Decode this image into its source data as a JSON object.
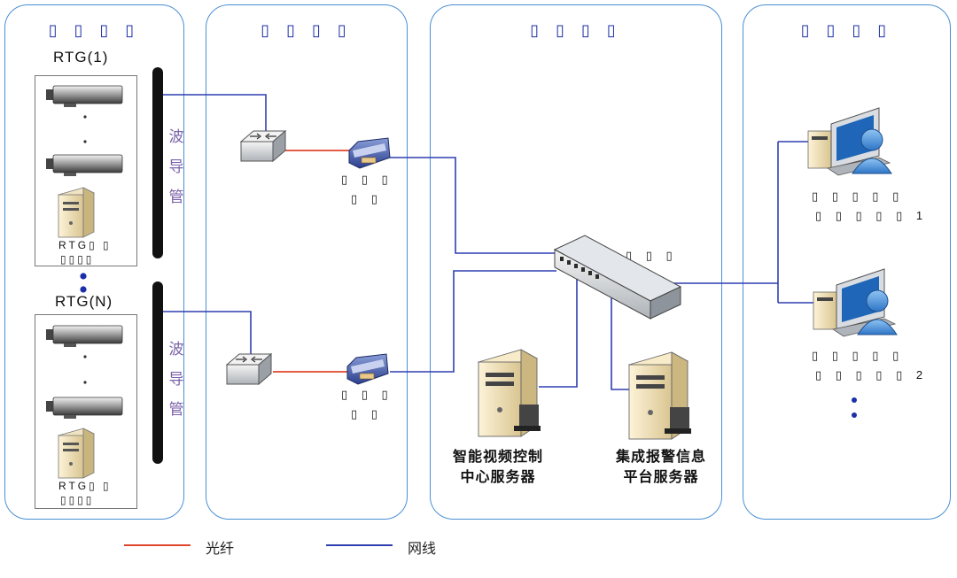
{
  "panels": [
    {
      "header": "▯ ▯ ▯ ▯"
    },
    {
      "header": "▯ ▯ ▯ ▯"
    },
    {
      "header": "▯ ▯ ▯ ▯"
    },
    {
      "header": "▯ ▯ ▯ ▯"
    }
  ],
  "rtg_groups": [
    {
      "title": "RTG(1)",
      "pc_label": "RTG▯ ▯",
      "pc_sublabel": "▯▯▯▯"
    },
    {
      "title": "RTG(N)",
      "pc_label": "RTG▯ ▯",
      "pc_sublabel": "▯▯▯▯"
    }
  ],
  "waveguide": {
    "chars": [
      "波",
      "导",
      "管"
    ]
  },
  "converters": [
    {
      "line1": "▯ ▯ ▯",
      "line2": "▯ ▯"
    },
    {
      "line1": "▯ ▯ ▯",
      "line2": "▯ ▯"
    }
  ],
  "core_switch": {
    "label": "▯ ▯ ▯"
  },
  "servers": [
    {
      "line1": "智能视频控制",
      "line2": "中心服务器"
    },
    {
      "line1": "集成报警信息",
      "line2": "平台服务器"
    }
  ],
  "clients": [
    {
      "line1": "▯ ▯ ▯ ▯ ▯",
      "line2": "▯ ▯ ▯ ▯ ▯ 1"
    },
    {
      "line1": "▯ ▯ ▯ ▯ ▯",
      "line2": "▯ ▯ ▯ ▯ ▯ 2"
    }
  ],
  "legend": {
    "fiber_label": "光纤",
    "cable_label": "网线"
  },
  "colors": {
    "fiber": "#e0442b",
    "cable": "#2e3fb0",
    "panel_border": "#4a8fd4",
    "waveguide": "#111111"
  }
}
